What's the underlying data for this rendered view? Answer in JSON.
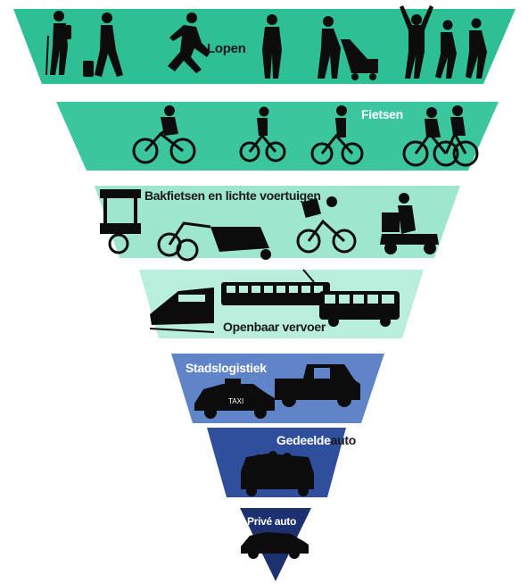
{
  "tiers": [
    {
      "label": "Lopen",
      "color": "#2fbf95"
    },
    {
      "label": "Fietsen",
      "color": "#3cc69e"
    },
    {
      "label": "Bakfietsen en lichte voertuigen",
      "color": "#9fe6cf"
    },
    {
      "label": "Openbaar vervoer",
      "color": "#b8eedb"
    },
    {
      "label": "Stadslogistiek",
      "color": "#5f84c8"
    },
    {
      "label": "Gedeelde auto",
      "color": "#2f4e9c",
      "label_part1": "Gedeelde",
      "label_part2": "auto"
    },
    {
      "label": "Privé auto",
      "color": "#1d3170"
    }
  ],
  "icons": [
    "hiker-icon",
    "traveler-with-suitcase-icon",
    "runner-icon",
    "walker-icon",
    "parent-with-stroller-icon",
    "celebrating-person-icon",
    "joggers-icon",
    "cyclist-icon",
    "bmx-rider-icon",
    "commuter-cyclist-icon",
    "tandem-cyclists-icon",
    "food-cart-icon",
    "cargo-bike-icon",
    "delivery-cyclist-icon",
    "delivery-scooter-icon",
    "high-speed-train-icon",
    "tram-icon",
    "bus-icon",
    "taxi-icon",
    "pickup-truck-icon",
    "shared-car-icon",
    "private-car-icon"
  ]
}
